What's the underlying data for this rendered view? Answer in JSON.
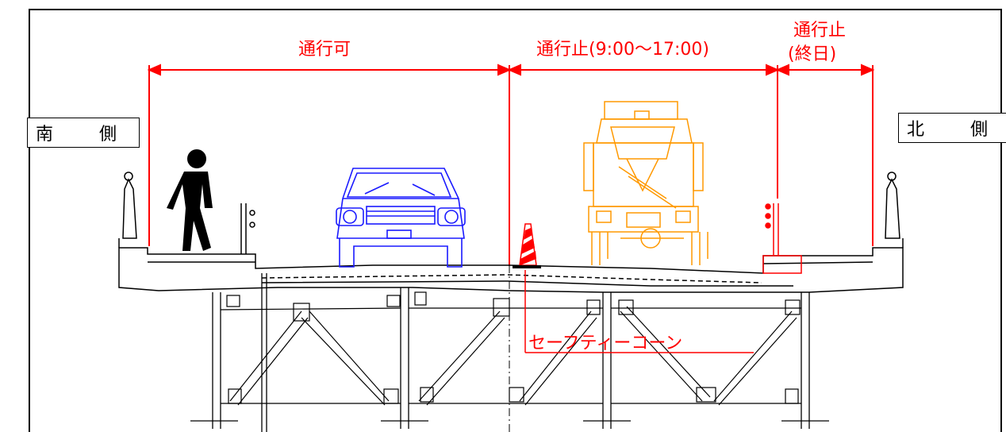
{
  "zones": {
    "pass_ok": "通行可",
    "stop_daytime": "通行止(9:00〜17:00)",
    "stop_allday_line1": "通行止",
    "stop_allday_line2": "(終日)"
  },
  "sides": {
    "south": "南　側",
    "north": "北　側"
  },
  "callout": {
    "safety_cone": "セーフティーコーン"
  },
  "colors": {
    "dimension": "#ff0000",
    "car": "#1a1aff",
    "truck": "#ff9900",
    "structure": "#000000"
  },
  "icons": [
    "pedestrian-icon",
    "car-icon",
    "mixer-truck-icon",
    "safety-cone-icon"
  ]
}
